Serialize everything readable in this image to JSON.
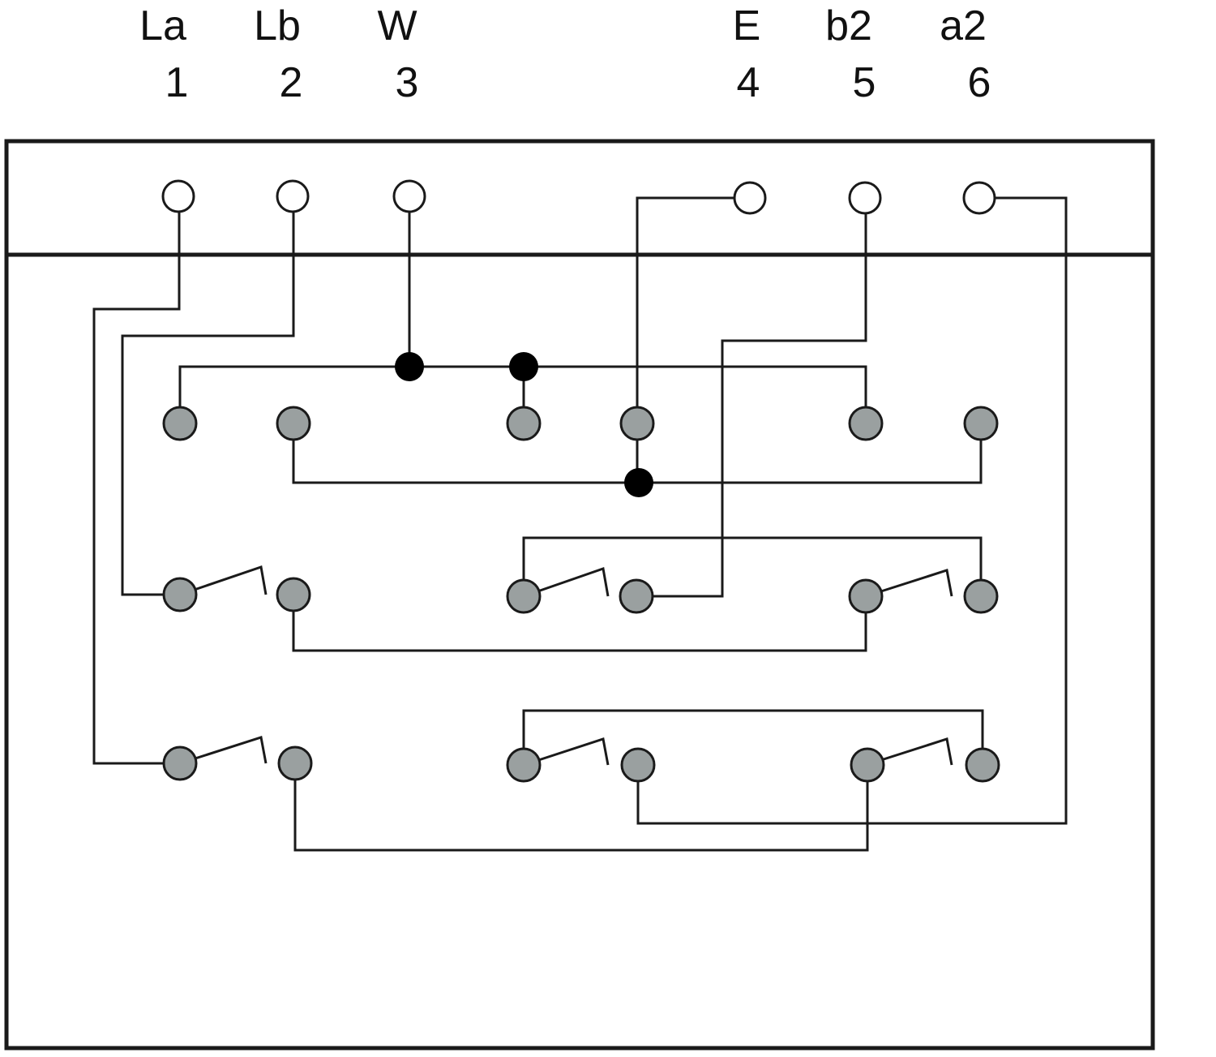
{
  "terminals": [
    {
      "name": "La",
      "number": "1"
    },
    {
      "name": "Lb",
      "number": "2"
    },
    {
      "name": "W",
      "number": "3"
    },
    {
      "name": "E",
      "number": "4"
    },
    {
      "name": "b2",
      "number": "5"
    },
    {
      "name": "a2",
      "number": "6"
    }
  ],
  "colors": {
    "line": "#1a1a1a",
    "contact_fill": "#9aa0a0",
    "junction": "#000000",
    "terminal_fill": "#ffffff"
  }
}
